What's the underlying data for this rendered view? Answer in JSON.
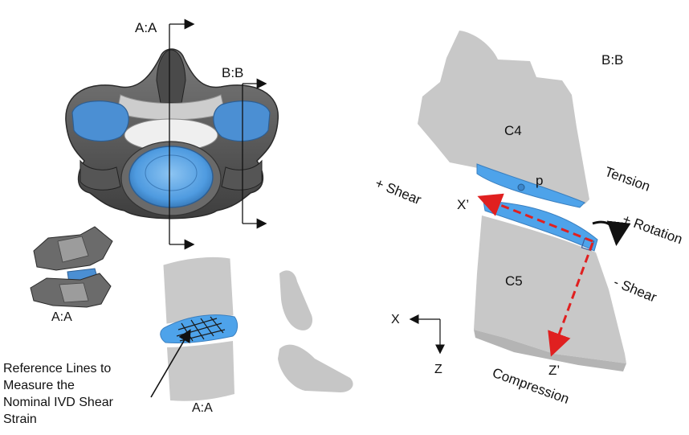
{
  "labels": {
    "section_aa_top": "A:A",
    "section_bb_top": "B:B",
    "section_aa_small": "A:A",
    "section_aa_bottom": "A:A",
    "section_bb_right": "B:B",
    "c4": "C4",
    "c5": "C5",
    "point_p": "p",
    "tension": "Tension",
    "plus_shear": "+ Shear",
    "x_prime": "X’",
    "plus_rotation": "+ Rotation",
    "minus_shear": "- Shear",
    "axis_x": "X",
    "axis_z": "Z",
    "z_prime": "Z’",
    "compression": "Compression"
  },
  "annotation": {
    "reference_lines": "Reference Lines to\nMeasure the\nNominal IVD Shear\nStrain"
  },
  "colors": {
    "bone": "#c8c8c8",
    "bone_shadow": "#b4b4b4",
    "disc": "#5aa9ea",
    "disc_dark": "#3b82c4",
    "dark_bone": "#5a5a5a",
    "dashed": "#e02020"
  }
}
